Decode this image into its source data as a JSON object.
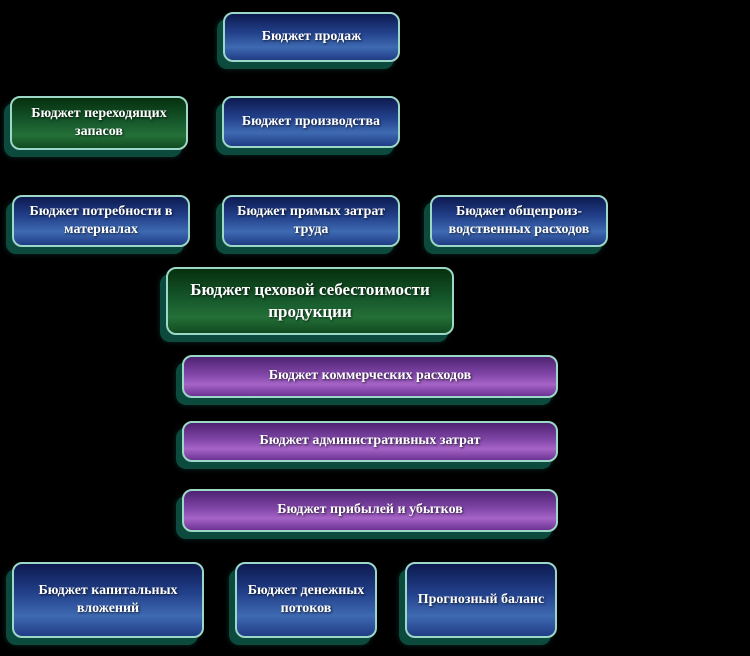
{
  "diagram": {
    "background": "#000000",
    "colors": {
      "blue_box": "#2d4f9a",
      "green_box": "#1a5c2a",
      "purple_box": "#8c4bb0",
      "border": "#9bd8c8",
      "shadow": "#0d4a3e",
      "text": "#ffffff"
    },
    "nodes": [
      {
        "label": "Бюджет продаж",
        "color": "blue"
      },
      {
        "label": "Бюджет переходящих запасов",
        "color": "green"
      },
      {
        "label": "Бюджет производства",
        "color": "blue"
      },
      {
        "label": "Бюджет потребности в материалах",
        "color": "blue"
      },
      {
        "label": "Бюджет прямых затрат труда",
        "color": "blue"
      },
      {
        "label": "Бюджет общепроиз- водственных расходов",
        "color": "blue"
      },
      {
        "label": "Бюджет цеховой себестоимости продукции",
        "color": "green"
      },
      {
        "label": "Бюджет коммерческих расходов",
        "color": "purple"
      },
      {
        "label": "Бюджет административных затрат",
        "color": "purple"
      },
      {
        "label": "Бюджет прибылей и убытков",
        "color": "purple"
      },
      {
        "label": "Бюджет капитальных вложений",
        "color": "blue"
      },
      {
        "label": "Бюджет денежных потоков",
        "color": "blue"
      },
      {
        "label": "Прогнозный баланс",
        "color": "blue"
      }
    ]
  }
}
